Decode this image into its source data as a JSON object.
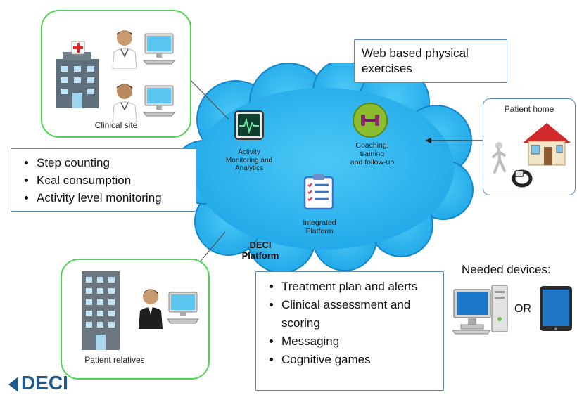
{
  "cloud": {
    "platform_label_line1": "DECI",
    "platform_label_line2": "Platform",
    "activity_label": [
      "Activity",
      "Monitoring and",
      "Analytics"
    ],
    "coaching_label": [
      "Coaching,",
      "training",
      "and follow-up"
    ],
    "integrated_label": [
      "Integrated",
      "Platform"
    ]
  },
  "clinical_site": {
    "label": "Clinical site"
  },
  "patient_home": {
    "label": "Patient home"
  },
  "patient_relatives": {
    "label": "Patient relatives"
  },
  "web_exercises": {
    "text_line1": "Web based physical",
    "text_line2": "exercises"
  },
  "activity_list": {
    "items": [
      "Step counting",
      "Kcal consumption",
      "Activity level monitoring"
    ]
  },
  "platform_list": {
    "items": [
      "Treatment plan and alerts",
      "Clinical assessment and scoring",
      "Messaging",
      "Cognitive games"
    ]
  },
  "devices": {
    "title": "Needed devices:",
    "or_label": "OR"
  },
  "logo": {
    "text": "DECI"
  },
  "colors": {
    "cloud": "#29b6f0",
    "cloud_edge": "#1a8fd0",
    "green_border": "#4fd44f",
    "box_border": "#5b86c5",
    "logo": "#1f5b8e"
  }
}
